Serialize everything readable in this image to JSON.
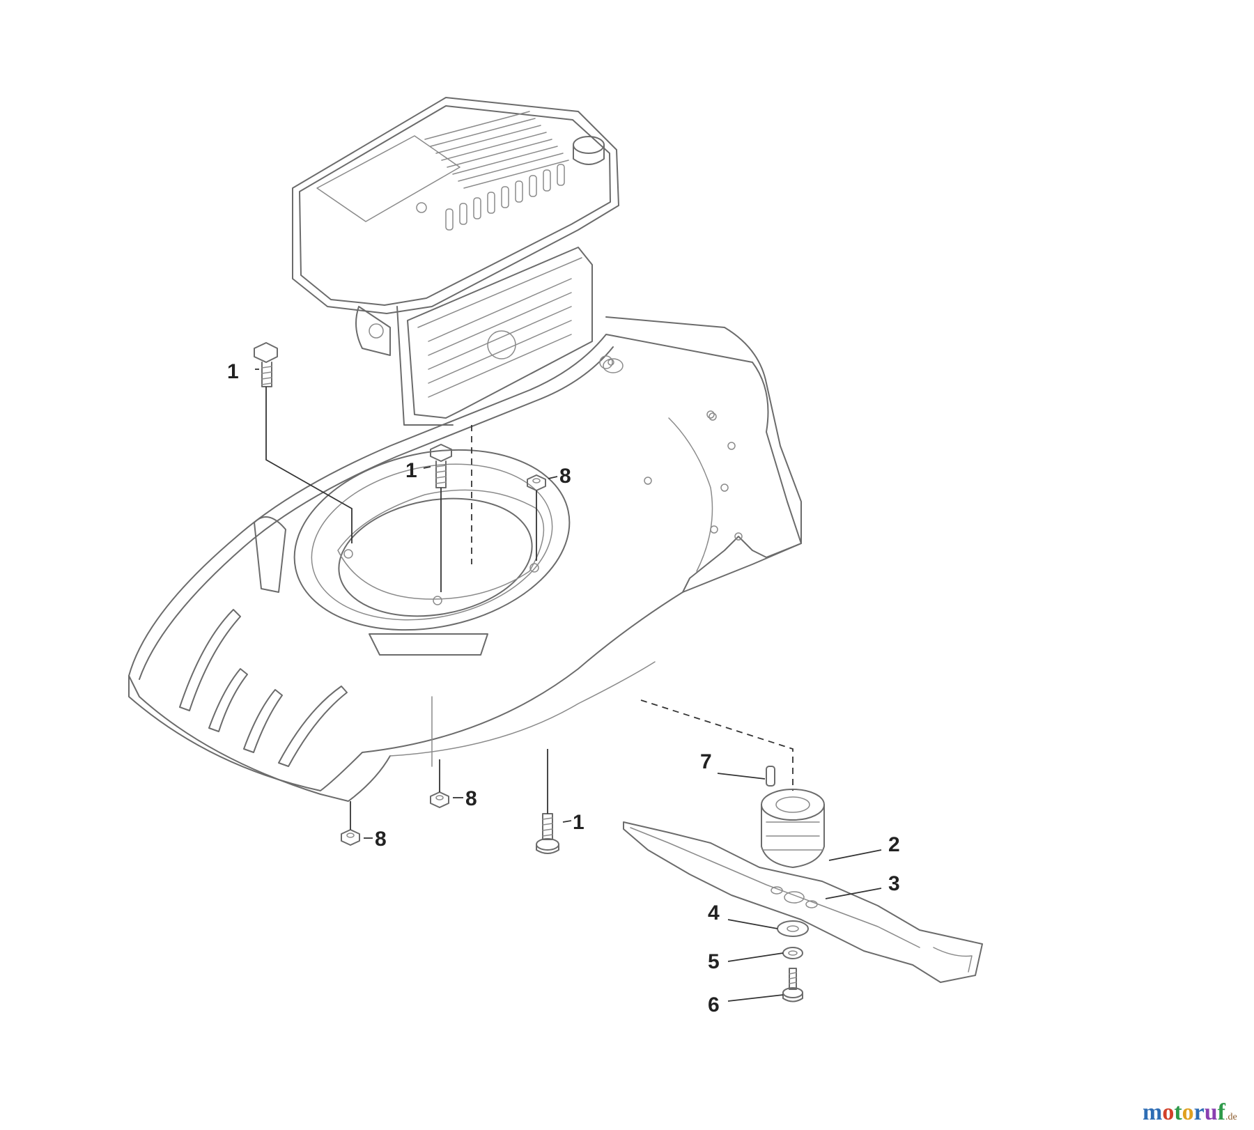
{
  "callouts": {
    "c1a": "1",
    "c1b": "1",
    "c1c": "1",
    "c2": "2",
    "c3": "3",
    "c4": "4",
    "c5": "5",
    "c6": "6",
    "c7": "7",
    "c8a": "8",
    "c8b": "8",
    "c8c": "8"
  },
  "watermark": {
    "letters": [
      "m",
      "o",
      "t",
      "o",
      "r",
      "u",
      "f"
    ],
    "letter_colors": [
      "#2e6db4",
      "#d2402a",
      "#2e9a4a",
      "#e0a020",
      "#2e6db4",
      "#8a3fb0",
      "#2e9a4a"
    ],
    "suffix": ".de"
  }
}
